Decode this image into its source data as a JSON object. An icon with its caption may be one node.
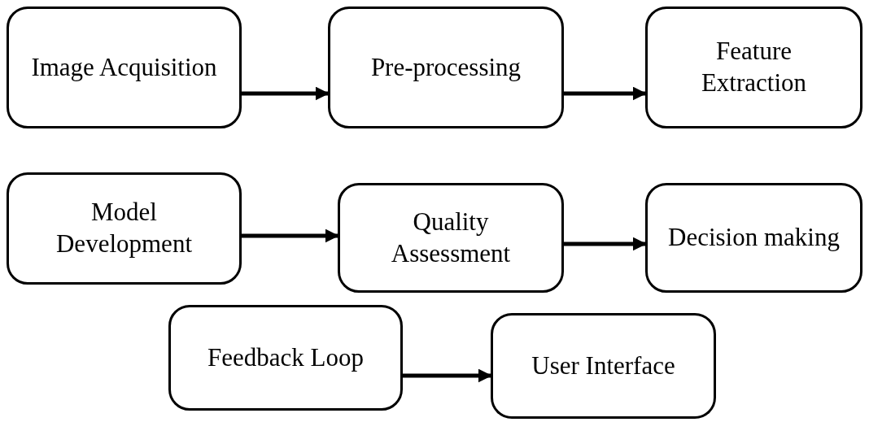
{
  "diagram": {
    "nodes": [
      {
        "text": [
          "Image Acquisition"
        ]
      },
      {
        "text": [
          "Pre-processing"
        ]
      },
      {
        "text": [
          "Feature Extraction"
        ]
      },
      {
        "text": [
          "Model Development"
        ]
      },
      {
        "text": [
          "Quality Assessment"
        ]
      },
      {
        "text": [
          "Decision making"
        ]
      },
      {
        "text": [
          "Feedback Loop"
        ]
      },
      {
        "text": [
          "User Interface"
        ]
      }
    ],
    "edges": [
      {
        "from": 0,
        "to": 1,
        "arrow": "to"
      },
      {
        "from": 1,
        "to": 2,
        "arrow": "to"
      },
      {
        "from": 3,
        "to": 4,
        "arrow": "to"
      },
      {
        "from": 4,
        "to": 5,
        "arrow": "to"
      },
      {
        "from": 6,
        "to": 7,
        "arrow": "to"
      }
    ]
  }
}
